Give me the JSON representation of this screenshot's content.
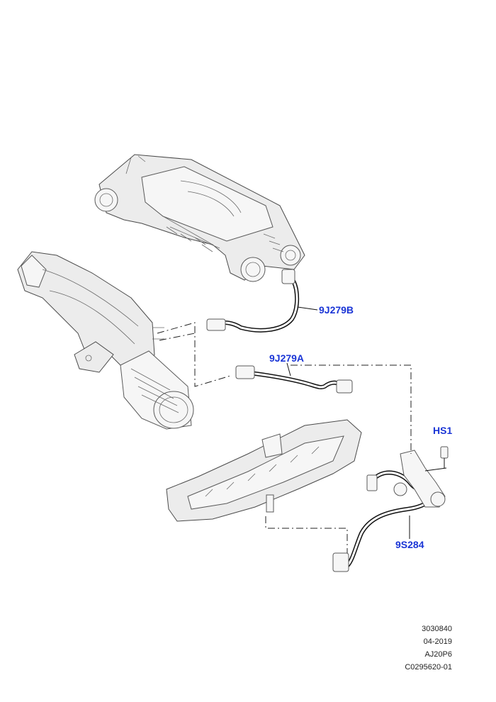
{
  "callouts": {
    "hose_upper": "9J279B",
    "hose_middle": "9J279A",
    "sensor": "HS1",
    "hose_lower": "9S284"
  },
  "meta": {
    "ref_number": "3030840",
    "date": "04-2019",
    "engine_code": "AJ20P6",
    "catalog_code": "C0295620-01"
  }
}
